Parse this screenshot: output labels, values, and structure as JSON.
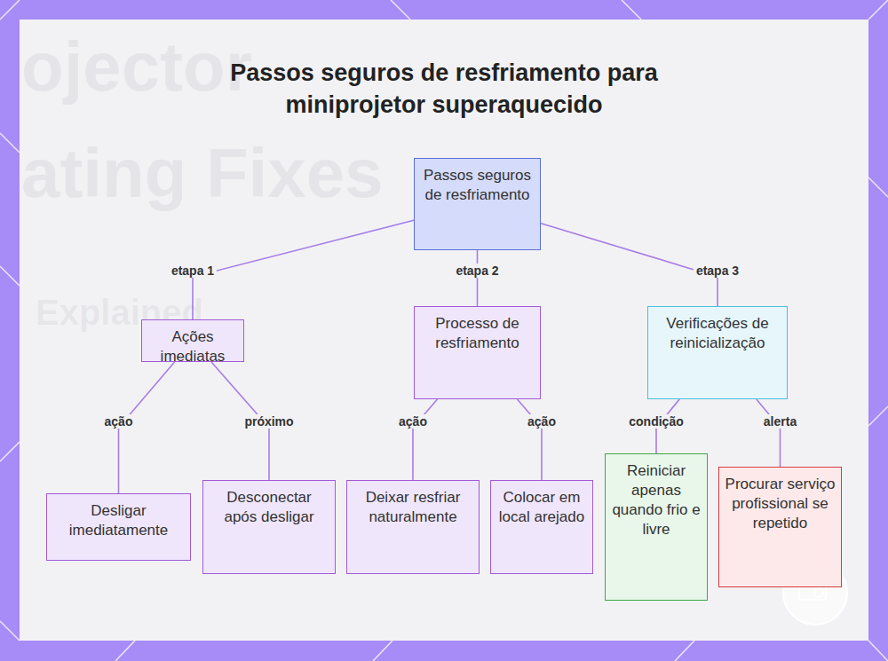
{
  "diagram": {
    "title": "Passos seguros de resfriamento para miniprojetor superaquecido",
    "nodes": [
      {
        "text": [
          "Passos seguros de resfriamento"
        ]
      },
      {
        "text": [
          "Ações imediatas"
        ]
      },
      {
        "text": [
          "Processo de resfriamento"
        ]
      },
      {
        "text": [
          "Verificações de reinicialização"
        ]
      },
      {
        "text": [
          "Desligar imediatamente"
        ]
      },
      {
        "text": [
          "Desconectar após desligar"
        ]
      },
      {
        "text": [
          "Deixar resfriar naturalmente"
        ]
      },
      {
        "text": [
          "Colocar em local arejado"
        ]
      },
      {
        "text": [
          "Reiniciar apenas quando frio e livre"
        ]
      },
      {
        "text": [
          "Procurar serviço profissional se repetido"
        ]
      }
    ],
    "edges": [
      {
        "from": 0,
        "to": 1,
        "label": "etapa 1",
        "arrow": "none"
      },
      {
        "from": 0,
        "to": 2,
        "label": "etapa 2",
        "arrow": "none"
      },
      {
        "from": 0,
        "to": 3,
        "label": "etapa 3",
        "arrow": "none"
      },
      {
        "from": 1,
        "to": 4,
        "label": "ação",
        "arrow": "none"
      },
      {
        "from": 1,
        "to": 5,
        "label": "próximo",
        "arrow": "none"
      },
      {
        "from": 2,
        "to": 6,
        "label": "ação",
        "arrow": "none"
      },
      {
        "from": 2,
        "to": 7,
        "label": "ação",
        "arrow": "none"
      },
      {
        "from": 3,
        "to": 8,
        "label": "condição",
        "arrow": "none"
      },
      {
        "from": 3,
        "to": 9,
        "label": "alerta",
        "arrow": "none"
      }
    ],
    "labels": [
      "ojector",
      "ating Fixes",
      "Explained"
    ]
  }
}
